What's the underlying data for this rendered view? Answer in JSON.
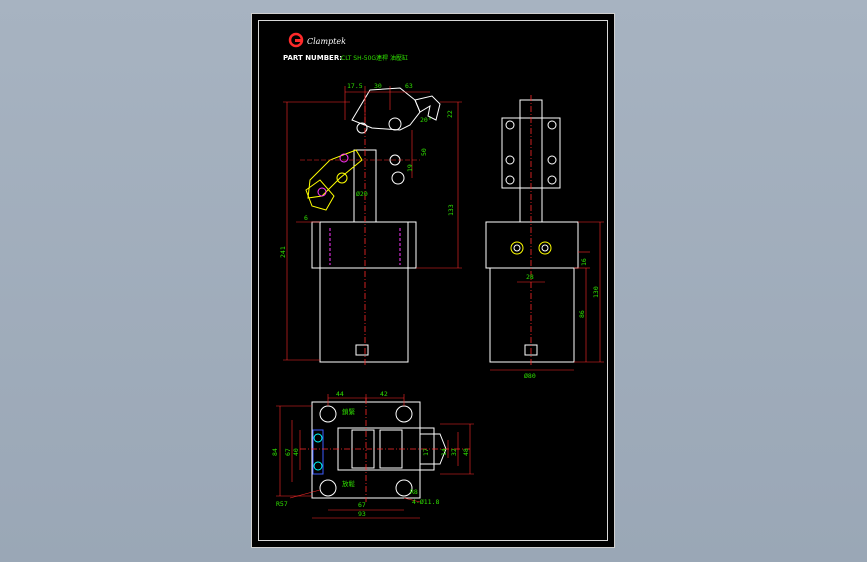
{
  "title_block": {
    "brand_letter": "G",
    "brand_name": "Clamptek",
    "part_number_label": "PART NUMBER:",
    "part_number_value": "CLT SH-50G連桿 油壓缸"
  },
  "front_view": {
    "dims": {
      "top_a": "17.5",
      "top_b": "30",
      "top_c": "63",
      "angle": "20°",
      "right_small": "22",
      "mid_50": "50",
      "mid_19": "19",
      "dia_20": "Ø20",
      "total_133": "133",
      "left_6": "6",
      "overall_241": "241"
    }
  },
  "side_view": {
    "dims": {
      "width_28": "28",
      "h_16": "16",
      "h_130": "130",
      "h_86": "86",
      "dia_80": "Ø80"
    }
  },
  "top_view": {
    "dims": {
      "top_44": "44",
      "top_42": "42",
      "left_84": "84",
      "left_67": "67",
      "left_40": "40",
      "r_17": "17",
      "r_14": "14",
      "r_32": "32",
      "r_48": "48",
      "bottom_67": "67",
      "bottom_93": "93",
      "r57": "R57",
      "r8": "R8",
      "holes": "4-Ø11.8"
    },
    "labels": {
      "upper_note": "鎖緊",
      "lower_note": "放鬆"
    }
  },
  "colors": {
    "sheet_bg": "#000000",
    "outline": "#ffffff",
    "dimension": "#2fe000",
    "red_line": "#ff2a2a",
    "magenta": "#ff33ff",
    "yellow": "#ffff00",
    "cyan": "#00ffff",
    "blue": "#3b5bff"
  }
}
